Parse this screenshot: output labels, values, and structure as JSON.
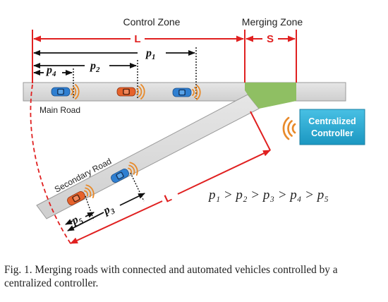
{
  "labels": {
    "control_zone": "Control Zone",
    "merging_zone": "Merging Zone",
    "L_top": "L",
    "S": "S",
    "L_diag": "L",
    "p1": "p",
    "p1_sub": "1",
    "p2": "p",
    "p2_sub": "2",
    "p3": "p",
    "p3_sub": "3",
    "p4": "p",
    "p4_sub": "4",
    "p5": "p",
    "p5_sub": "5",
    "main_road": "Main Road",
    "secondary_road": "Secondary Road",
    "controller_line1": "Centralized",
    "controller_line2": "Controller",
    "inequality": "p₁ > p₂ > p₃ > p₄ > p₅"
  },
  "caption": "Fig. 1.  Merging roads with connected and automated vehicles controlled by a centralized controller.",
  "colors": {
    "red": "#e02020",
    "merge_zone": "#8fbf63",
    "road": "#d9d9d9",
    "controller": "#2aa9cf",
    "signal": "#e88a2a",
    "car_blue": "#2f7fd1",
    "car_orange": "#e6622b"
  }
}
